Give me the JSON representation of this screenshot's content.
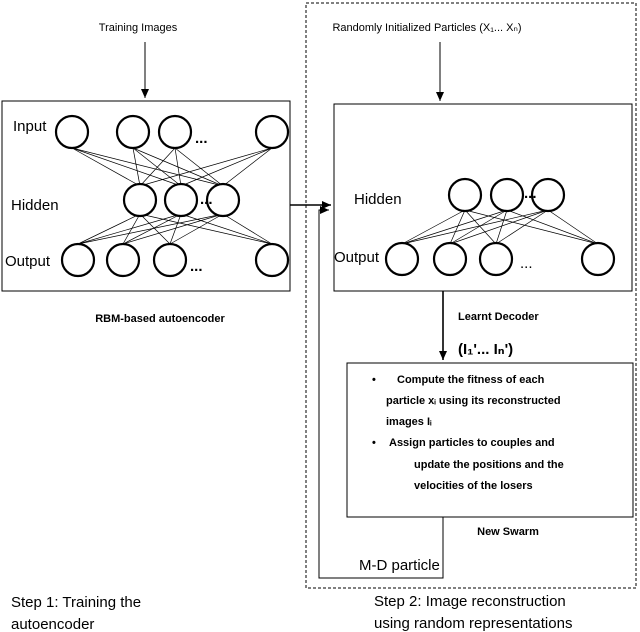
{
  "step1": {
    "input_label": "Training Images",
    "row_input": "Input",
    "row_hidden": "Hidden",
    "row_output": "Output",
    "ellipsis": "...",
    "box_caption": "RBM-based autoencoder",
    "step_caption_line1": "Step 1: Training the",
    "step_caption_line2": "autoencoder"
  },
  "step2": {
    "input_label": "Randomly Initialized Particles (X₁... Xₙ)",
    "row_hidden": "Hidden",
    "row_output": "Output",
    "ellipsis": "...",
    "decoder_label": "Learnt Decoder",
    "recon_label": "(I₁'... Iₙ')",
    "bullet_symbol": "•",
    "bullet1_line1": "Compute the fitness of each",
    "bullet1_line2": "particle xᵢ using its reconstructed",
    "bullet1_line3": "images Iᵢ",
    "bullet2_line1": "Assign particles to couples and",
    "bullet2_line2": "update the positions and the",
    "bullet2_line3": "velocities of the losers",
    "swarm_label": "New Swarm",
    "feedback_label": "M-D particle",
    "step_caption_line1": "Step 2: Image reconstruction",
    "step_caption_line2": "using random representations"
  }
}
